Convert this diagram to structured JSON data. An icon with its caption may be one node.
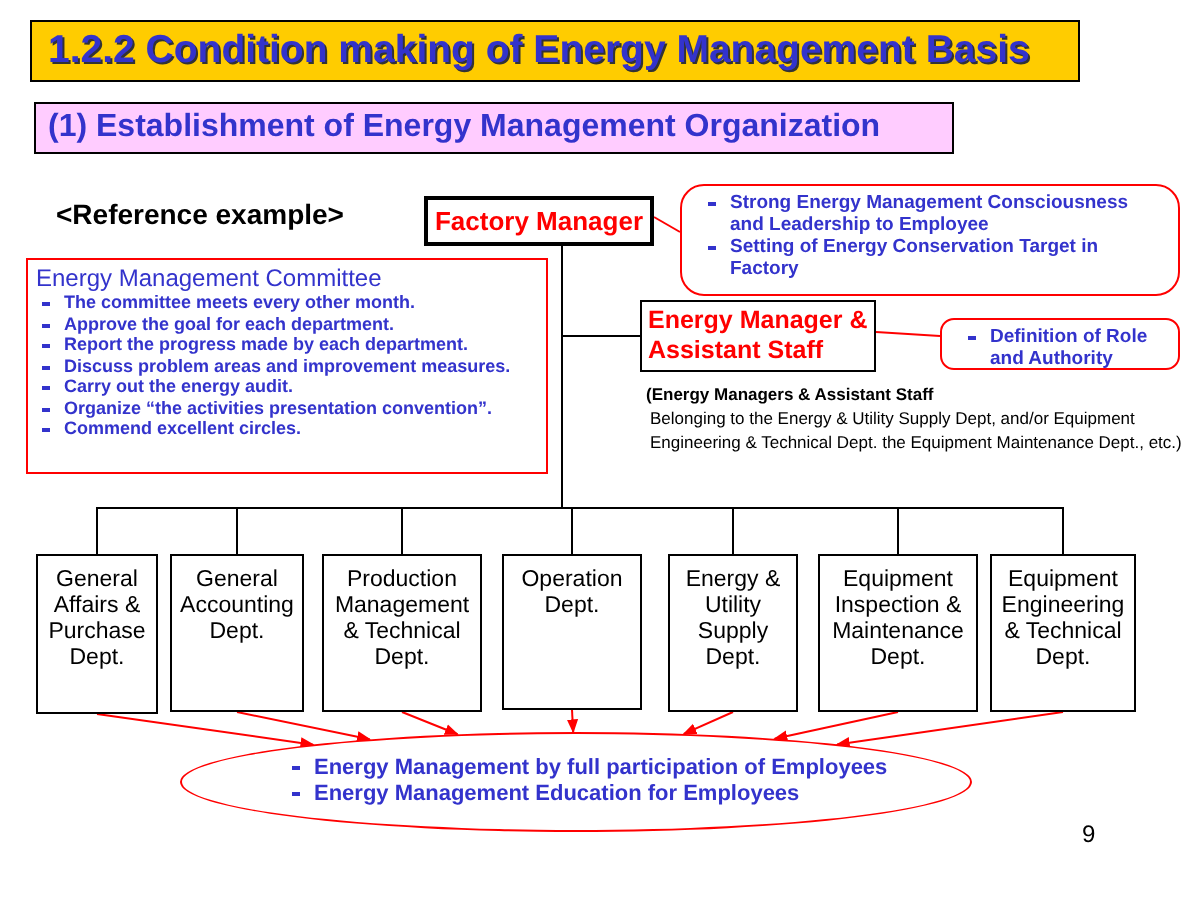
{
  "diagram": {
    "title": "1.2.2 Condition making of Energy Management Basis",
    "nodes": [
      {
        "text": [
          "Factory Manager"
        ]
      },
      {
        "text": [
          "Strong Energy Management Consciousness and Leadership to Employee",
          "Setting of Energy Conservation Target in Factory"
        ]
      },
      {
        "text": [
          "Energy Management Committee",
          "The committee meets every other month.",
          "Approve the goal for each department.",
          "Report the progress made by each department.",
          "Discuss problem areas and improvement measures.",
          "Carry out the energy audit.",
          "Organize “the activities presentation convention”.",
          "Commend excellent circles."
        ]
      },
      {
        "text": [
          "Energy Manager & Assistant Staff"
        ],
        "beside": [
          "(Energy Managers & Assistant Staff",
          "Belonging to the Energy & Utility Supply Dept, and/or Equipment  Engineering & Technical Dept. the Equipment Maintenance Dept., etc.)"
        ]
      },
      {
        "text": [
          "Definition of Role and Authority"
        ]
      },
      {
        "text": [
          "General Affairs & Purchase Dept."
        ]
      },
      {
        "text": [
          "General Accounting Dept."
        ]
      },
      {
        "text": [
          "Production Management & Technical Dept."
        ]
      },
      {
        "text": [
          "Operation Dept."
        ]
      },
      {
        "text": [
          "Energy & Utility Supply Dept."
        ]
      },
      {
        "text": [
          "Equipment Inspection & Maintenance Dept."
        ]
      },
      {
        "text": [
          "Equipment Engineering & Technical Dept."
        ]
      },
      {
        "text": [
          "Energy Management by full participation of Employees",
          "Energy Management Education for Employees"
        ]
      }
    ],
    "edges": [
      {
        "from": 1,
        "to": 0,
        "arrow": "none"
      },
      {
        "from": 4,
        "to": 3,
        "arrow": "none"
      },
      {
        "from": 0,
        "to": 3,
        "arrow": "none",
        "color": "#000000"
      },
      {
        "from": 0,
        "to": 5,
        "arrow": "none",
        "color": "#000000"
      },
      {
        "from": 0,
        "to": 6,
        "arrow": "none",
        "color": "#000000"
      },
      {
        "from": 0,
        "to": 7,
        "arrow": "none",
        "color": "#000000"
      },
      {
        "from": 0,
        "to": 8,
        "arrow": "none",
        "color": "#000000"
      },
      {
        "from": 0,
        "to": 9,
        "arrow": "none",
        "color": "#000000"
      },
      {
        "from": 0,
        "to": 10,
        "arrow": "none",
        "color": "#000000"
      },
      {
        "from": 0,
        "to": 11,
        "arrow": "none",
        "color": "#000000"
      },
      {
        "from": 5,
        "to": 12,
        "arrow": "to"
      },
      {
        "from": 6,
        "to": 12,
        "arrow": "to"
      },
      {
        "from": 7,
        "to": 12,
        "arrow": "to"
      },
      {
        "from": 8,
        "to": 12,
        "arrow": "to"
      },
      {
        "from": 9,
        "to": 12,
        "arrow": "to"
      },
      {
        "from": 10,
        "to": 12,
        "arrow": "to"
      },
      {
        "from": 11,
        "to": 12,
        "arrow": "to"
      }
    ],
    "labels": [
      "(1) Establishment of Energy Management Organization",
      "<Reference example>",
      "9"
    ]
  }
}
